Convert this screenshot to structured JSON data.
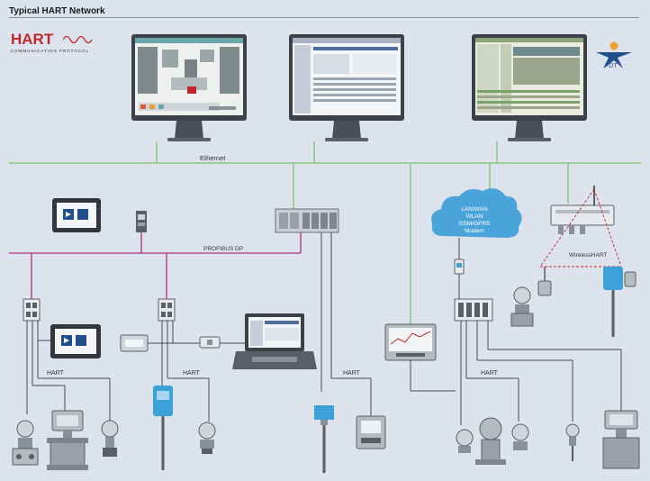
{
  "page_title": "Typical HART Network",
  "logos": {
    "hart_word": "HART",
    "hart_subtitle": "COMMUNICATION PROTOCOL",
    "fdt_word": "FDT"
  },
  "labels": {
    "ethernet": "Ethernet",
    "profibus": "PROFIBUS DP",
    "hart_1": "HART",
    "hart_2": "HART",
    "hart_3": "HART",
    "hart_4": "HART",
    "wirelesshart": "WirelessHART",
    "cloud_line1": "LAN/WAN",
    "cloud_line2": "WLAN",
    "cloud_line3": "GSM/GPRS",
    "cloud_line4": "Modem"
  },
  "colors": {
    "background": "#dde3ec",
    "ethernet_line": "#7cc36a",
    "profibus_line": "#b0307e",
    "hart_line": "#4a4a4a",
    "wireless_dash": "#c0282d",
    "hart_logo": "#c0282d",
    "fdt_logo": "#1f4f8c"
  }
}
